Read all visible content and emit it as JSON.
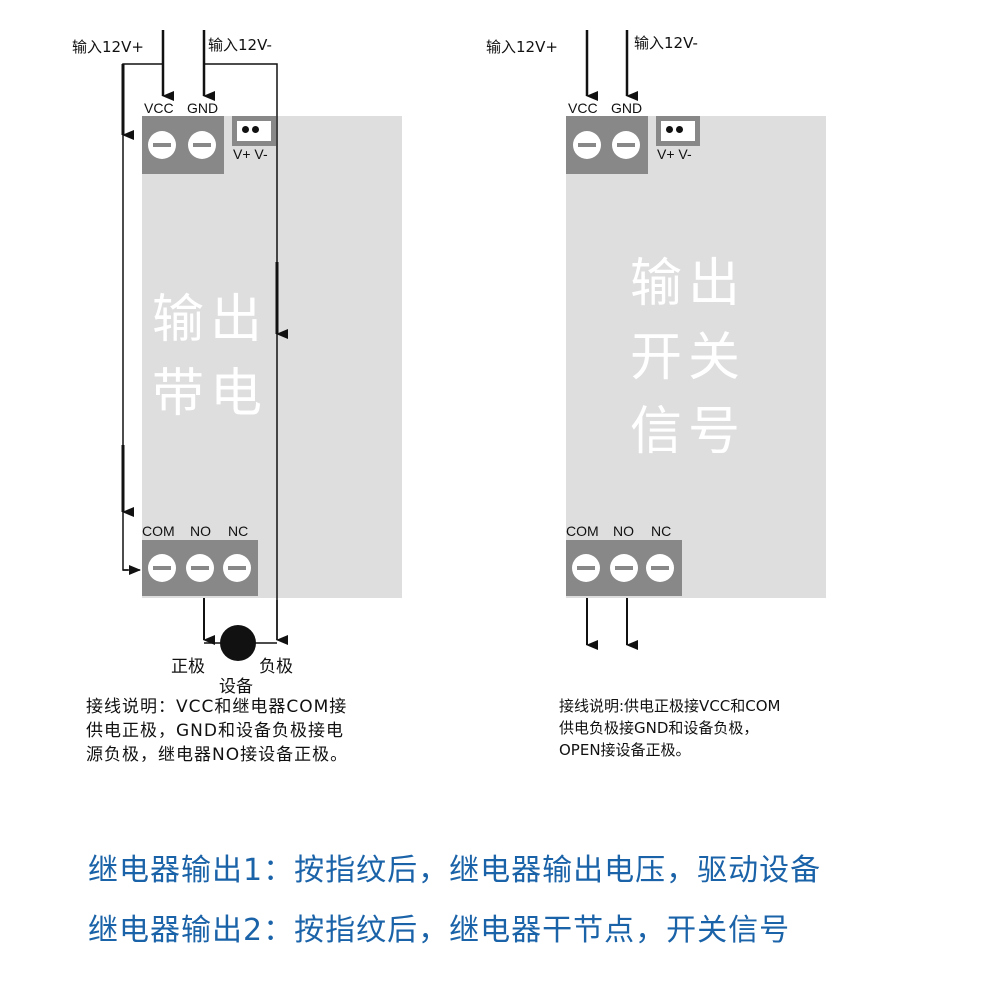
{
  "left_diagram": {
    "input_plus_label": "输入12V+",
    "input_minus_label": "输入12V-",
    "vcc_label": "VCC",
    "gnd_label": "GND",
    "jumper_label": "V+ V-",
    "board_text_line1": "输出",
    "board_text_line2": "带电",
    "com_label": "COM",
    "no_label": "NO",
    "nc_label": "NC",
    "positive_label": "正极",
    "negative_label": "负极",
    "device_label": "设备",
    "note_lines": [
      "接线说明：VCC和继电器COM接",
      "供电正极，GND和设备负极接电",
      "源负极，继电器NO接设备正极。"
    ]
  },
  "right_diagram": {
    "input_plus_label": "输入12V+",
    "input_minus_label": "输入12V-",
    "vcc_label": "VCC",
    "gnd_label": "GND",
    "jumper_label": "V+ V-",
    "board_text_line1": "输出",
    "board_text_line2": "开关",
    "board_text_line3": "信号",
    "com_label": "COM",
    "no_label": "NO",
    "nc_label": "NC",
    "note_lines": [
      "接线说明:供电正极接VCC和COM",
      "供电负极接GND和设备负极，",
      "OPEN接设备正极。"
    ]
  },
  "footer": {
    "line1": "继电器输出1：按指纹后，继电器输出电压，驱动设备",
    "line2": "继电器输出2：按指纹后，继电器干节点，开关信号"
  },
  "colors": {
    "board": "#dedede",
    "terminal": "#888888",
    "footer_text": "#1b63a8"
  }
}
